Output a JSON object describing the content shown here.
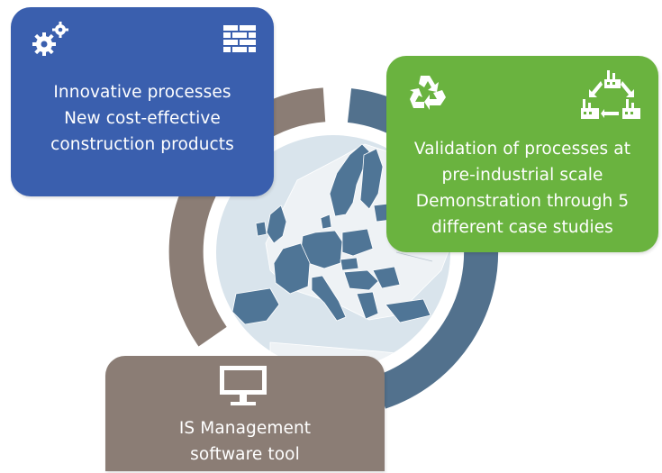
{
  "colors": {
    "blue": "#3a5fae",
    "green": "#6ab33f",
    "taupe": "#8b7d75",
    "slate": "#52718d",
    "map_fill": "#4f7596",
    "map_background": "#d9e4ec",
    "white": "#ffffff"
  },
  "boxes": {
    "processes": {
      "lines": [
        "Innovative processes",
        "New cost-effective",
        "construction products"
      ],
      "icons": [
        "gears-icon",
        "brick-wall-icon"
      ]
    },
    "validation": {
      "lines": [
        "Validation of processes at",
        "pre-industrial scale",
        "Demonstration through 5",
        "different case studies"
      ],
      "icons": [
        "recycle-icon",
        "factory-cycle-icon"
      ]
    },
    "software": {
      "lines": [
        "IS Management",
        "software tool"
      ],
      "icons": [
        "monitor-icon"
      ]
    }
  },
  "center": {
    "icon": "europe-map-icon"
  }
}
